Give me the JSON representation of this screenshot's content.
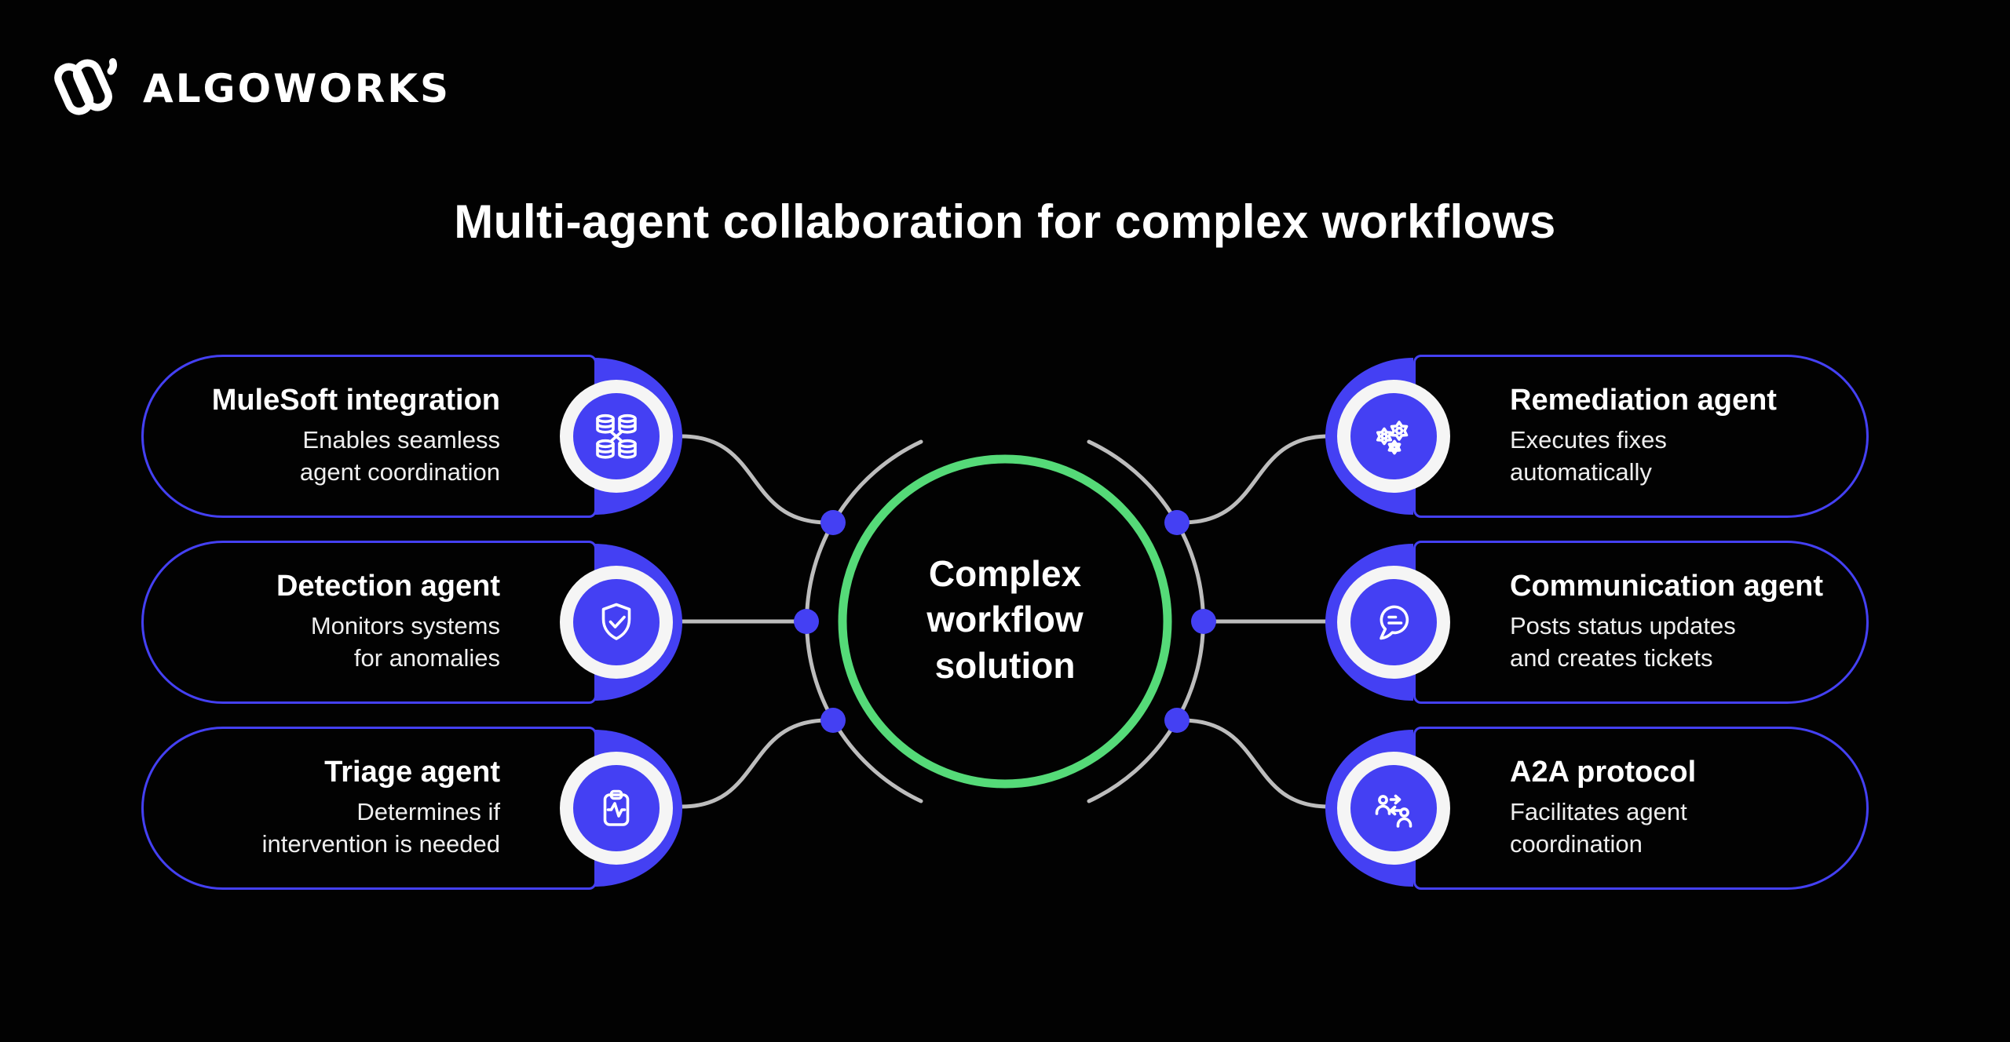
{
  "logo": {
    "brand": "ALGOWORKS"
  },
  "title": "Multi-agent collaboration for complex workflows",
  "center": {
    "label": "Complex\nworkflow\nsolution"
  },
  "cards": [
    {
      "title": "MuleSoft integration",
      "desc": "Enables seamless\nagent coordination",
      "icon": "databases-icon"
    },
    {
      "title": "Detection agent",
      "desc": "Monitors systems\nfor anomalies",
      "icon": "shield-check-icon"
    },
    {
      "title": "Triage agent",
      "desc": "Determines if\nintervention is needed",
      "icon": "clipboard-pulse-icon"
    },
    {
      "title": "Remediation agent",
      "desc": "Executes fixes\nautomatically",
      "icon": "gears-icon"
    },
    {
      "title": "Communication agent",
      "desc": "Posts status updates\nand creates tickets",
      "icon": "chat-bubble-icon"
    },
    {
      "title": "A2A protocol",
      "desc": "Facilitates agent\ncoordination",
      "icon": "people-exchange-icon"
    }
  ],
  "colors": {
    "background": "#020202",
    "blue": "#4440f3",
    "green": "#55da78",
    "line": "#bdbdbd",
    "badge_ring": "#f5f5f5"
  }
}
